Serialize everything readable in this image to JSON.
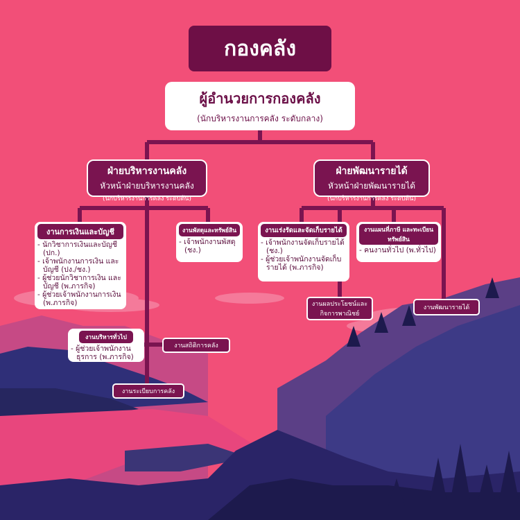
{
  "title": "กองคลัง",
  "director": {
    "name": "ผู้อำนวยการกองคลัง",
    "position": "(นักบริหารงานการคลัง ระดับกลาง)"
  },
  "divisions": [
    {
      "name": "ฝ่ายบริหารงานคลัง",
      "head": "หัวหน้าฝ่ายบริหารงานคลัง",
      "position": "(นักบริหารงานการคลัง ระดับต้น)"
    },
    {
      "name": "ฝ่ายพัฒนารายได้",
      "head": "หัวหน้าฝ่ายพัฒนารายได้",
      "position": "(นักบริหารงานการคลัง ระดับต้น)"
    }
  ],
  "units": {
    "finance": {
      "name": "งานการเงินและบัญชี",
      "staff": [
        "- นักวิชาการเงินและบัญชี (ปก.)",
        "- เจ้าพนักงานการเงิน และบัญชี (ปง./ชง.)",
        "- ผู้ช่วยนักวิชาการเงิน และบัญชี (พ.ภารกิจ)",
        "- ผู้ช่วยเจ้าพนักงานการเงิน (พ.ภารกิจ)"
      ]
    },
    "supplies": {
      "name": "งานพัสดุและทรัพย์สิน",
      "staff": [
        "- เจ้าพนักงานพัสดุ (ชง.)"
      ]
    },
    "general": {
      "name": "งานบริหารทั่วไป",
      "staff": [
        "- ผู้ช่วยเจ้าพนักงาน ธุรการ (พ.ภารกิจ)"
      ]
    },
    "collection": {
      "name": "งานเร่งรัดและจัดเก็บรายได้",
      "staff": [
        "- เจ้าพนักงานจัดเก็บรายได้ (ชง.)",
        "- ผู้ช่วยเจ้าพนักงานจัดเก็บ รายได้ (พ.ภารกิจ)"
      ]
    },
    "tax_map": {
      "name": "งานแผนที่ภาษี และทะเบียนทรัพย์สิน",
      "staff": [
        "- คนงานทั่วไป (พ.ทั่วไป)"
      ]
    }
  },
  "tags": {
    "stats": "งานสถิติการคลัง",
    "regulations": "งานระเบียบการคลัง",
    "commerce": "งานผลประโยชน์และ กิจการพาณิชย์",
    "revenue_dev": "งานพัฒนารายได้"
  },
  "colors": {
    "background": "#f24f78",
    "box_dark": "#7a1450",
    "line": "#7a1450"
  }
}
